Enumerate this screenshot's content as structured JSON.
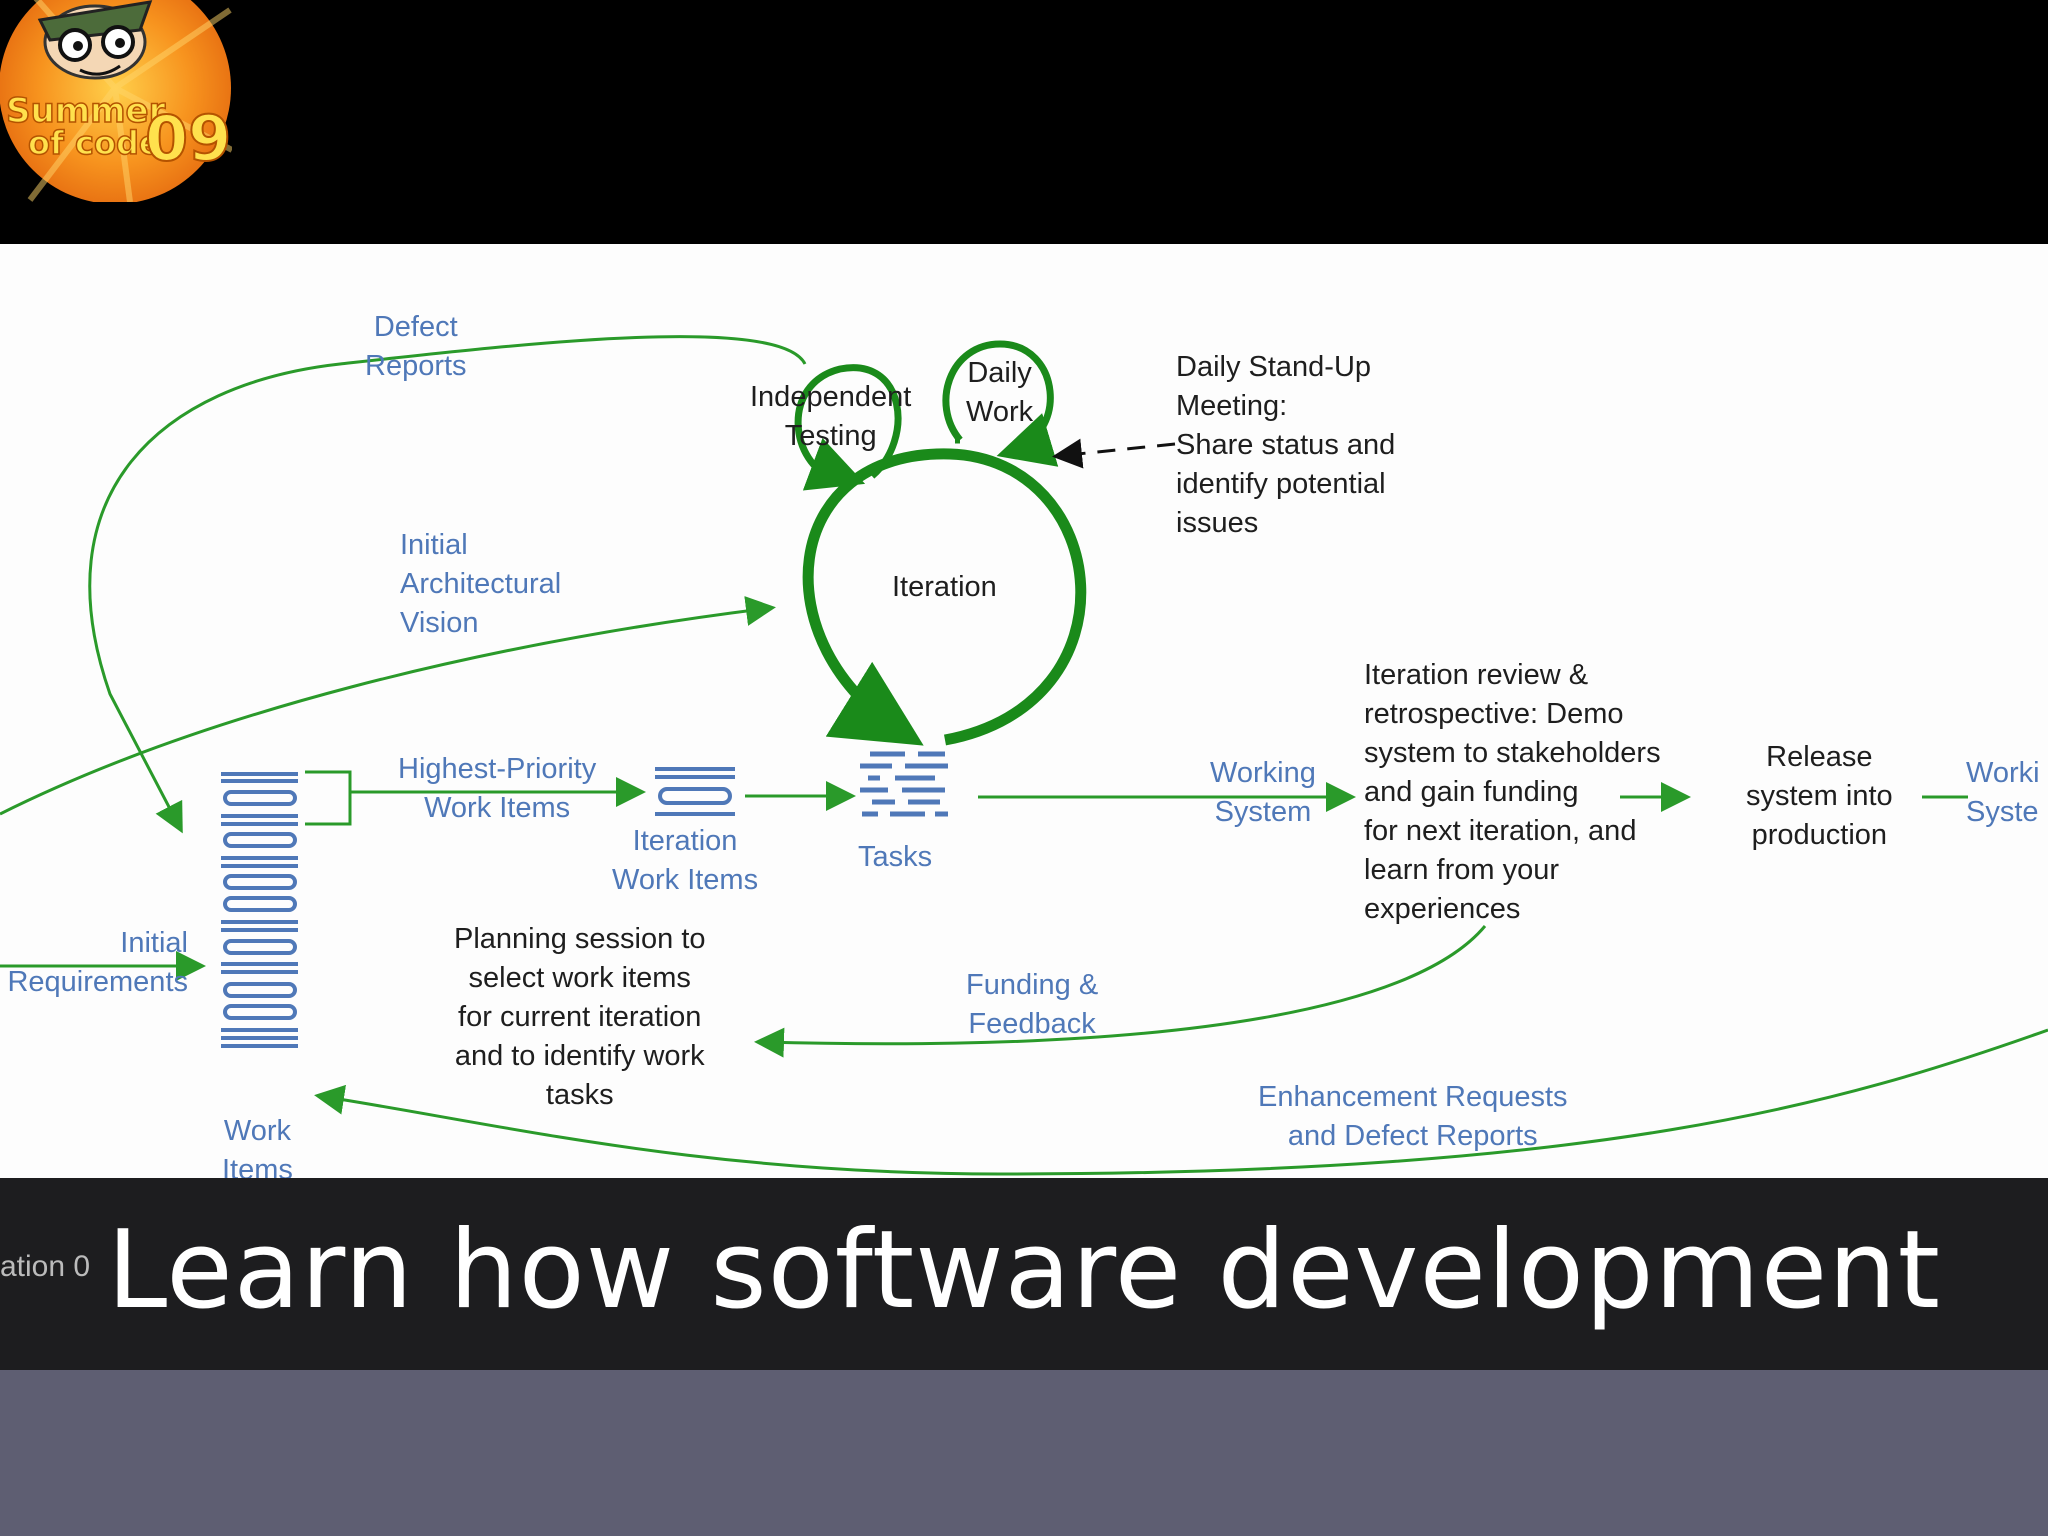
{
  "logo": {
    "line1": "Summer",
    "line2": "of code",
    "year": "09"
  },
  "diagram": {
    "defect_reports": "Defect\nReports",
    "independent_testing": "Independent\nTesting",
    "daily_work": "Daily\nWork",
    "standup_note": "Daily Stand-Up\nMeeting:\nShare status and\nidentify potential\nissues",
    "iteration": "Iteration",
    "initial_architectural_vision": "Initial\nArchitectural\nVision",
    "highest_priority_work_items": "Highest-Priority\nWork Items",
    "iteration_work_items": "Iteration\nWork Items",
    "tasks": "Tasks",
    "working_system": "Working\nSystem",
    "iteration_review": "Iteration review &\nretrospective: Demo\nsystem to stakeholders\nand gain funding\nfor next iteration, and\nlearn from your\nexperiences",
    "release": "Release\nsystem into\nproduction",
    "working_system_cut": "Worki\nSyste",
    "initial_requirements": "Initial\nRequirements",
    "planning_session": "Planning session to\nselect work items\nfor current iteration\nand to identify work\ntasks",
    "funding_feedback": "Funding &\nFeedback",
    "enhancement_requests": "Enhancement Requests\nand Defect Reports",
    "work_items": "Work\nItems"
  },
  "caption": "Learn how software development works",
  "ghost_text": "ation 0"
}
